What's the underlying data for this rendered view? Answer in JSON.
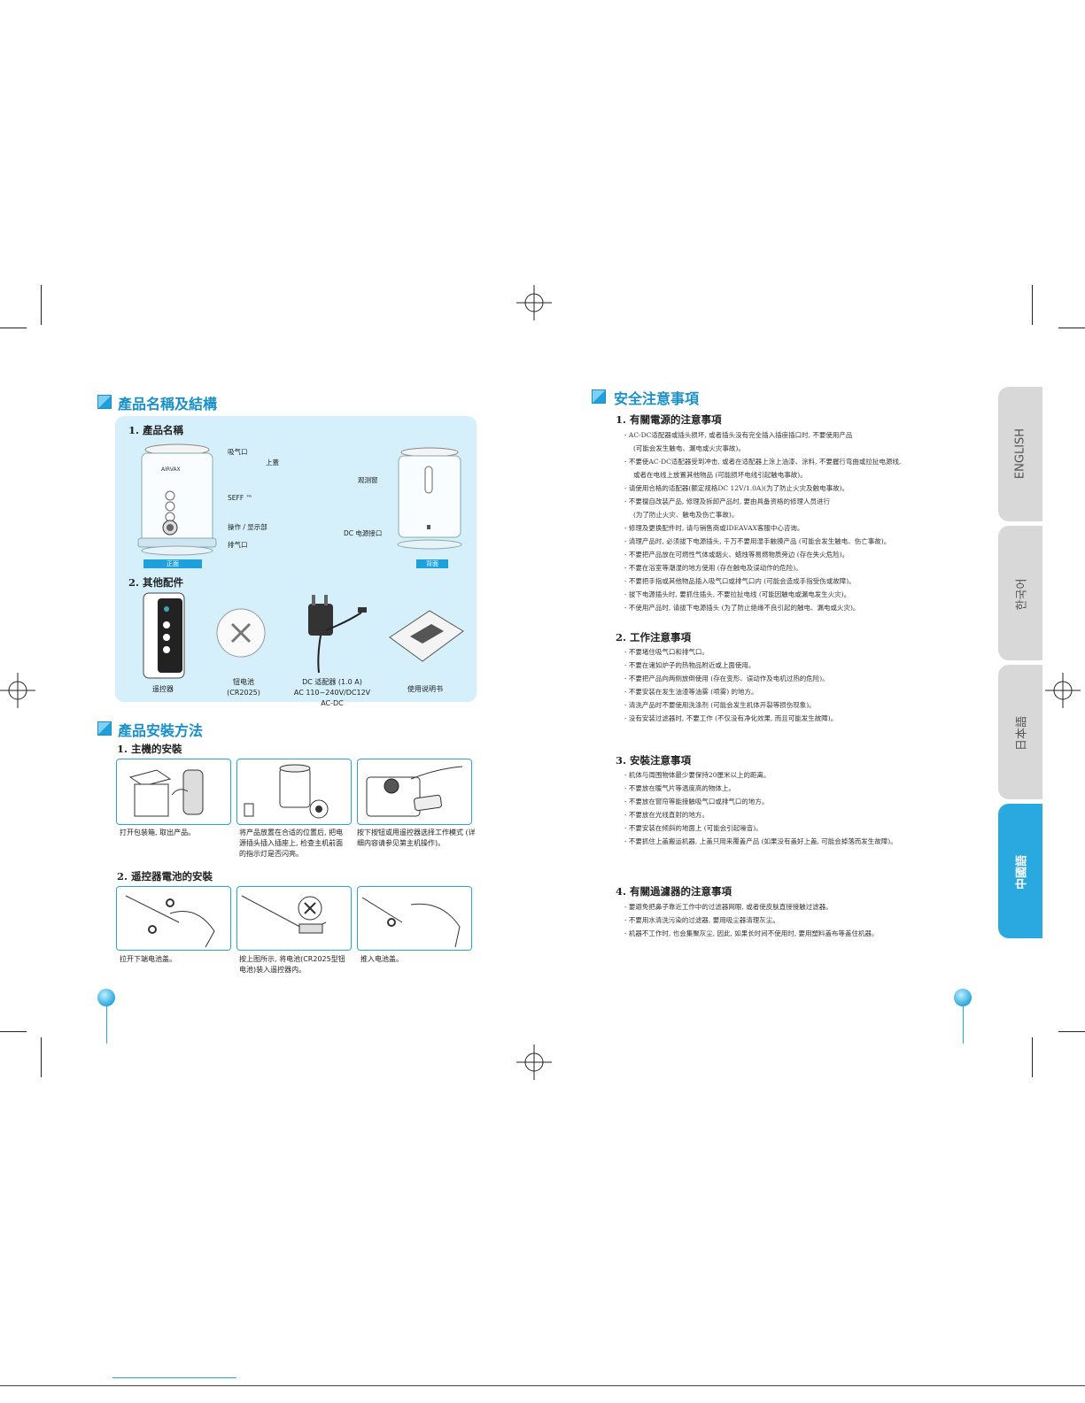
{
  "left": {
    "section1": {
      "title": "產品名稱及結構",
      "sub1": "1. 產品名稱",
      "labels": {
        "intake": "吸气口",
        "top_cover": "上蓋",
        "seff": "SEFF ™",
        "control": "操作 / 显示部",
        "exhaust": "排气口",
        "viewer": "观测窗",
        "dc_port": "DC 电源接口",
        "front": "正面",
        "back": "背面",
        "brand": "AIRVAX"
      },
      "sub2": "2. 其他配件",
      "accessories": {
        "remote": "遥控器",
        "battery_line1": "钮电池",
        "battery_line2": "(CR2025)",
        "adapter_line1": "DC  适配器 (1.0 A)",
        "adapter_line2": "AC 110~240V/DC12V AC-DC",
        "manual": "使用说明书"
      }
    },
    "section2": {
      "title": "產品安裝方法",
      "sub1": "1. 主機的安裝",
      "steps1": [
        "打开包装箱, 取出产品。",
        "将产品放置在合适的位置后, 把电源插头插入插座上, 检查主机前面的指示灯是否闪亮。",
        "按下按钮或用遥控器选择工作模式 (详细内容请参见第主机操作)。"
      ],
      "sub2": "2. 遥控器電池的安裝",
      "steps2": [
        "拉开下端电池盖。",
        "按上图所示, 将电池(CR2025型钮电池)装入遥控器内。",
        "推入电池盖。"
      ]
    }
  },
  "right": {
    "title": "安全注意事項",
    "groups": [
      {
        "heading": "1. 有關電源的注意事項",
        "items": [
          "AC-DC适配器或插头损坏, 或者插头没有完全插入插座插口时, 不要使用产品",
          "(可能会发生触电、漏电或火灾事故)。",
          "不要使AC-DC适配器受到冲击, 或者在适配器上涂上油漆、涂料, 不要握行弯曲或拉扯电源线,",
          "或者在电线上放置其他物品 (可能损坏电线引起触电事故)。",
          "请使用合格的适配器(额定规格DC 12V/1.0A)(为了防止火灾及触电事故)。",
          "不要擅自改装产品, 修理及拆卸产品时, 要由具备资格的修理人员进行",
          "(为了防止火灾、触电及伤亡事故)。",
          "修理及更换配件时, 请与销售商或IDEAVAX客服中心咨询。",
          "清理产品时, 必须拔下电源插头, 千万不要用湿手触摸产品 (可能会发生触电、伤亡事故)。",
          "不要把产品放在可燃性气体或烟火、蜡烛等易燃物质旁边 (存在失火危险)。",
          "不要在浴室等潮湿的地方使用 (存在触电及误动作的危险)。",
          "不要把手指或其他物品插入吸气口或排气口内 (可能会造成手指受伤或故障)。",
          "拔下电源插头时, 要抓住插头, 不要拉扯电线 (可能因触电或漏电发生火灾)。",
          "不使用产品时, 请拔下电源插头 (为了防止绝缘不良引起的触电、漏电或火灾)。"
        ]
      },
      {
        "heading": "2. 工作注意事項",
        "items": [
          "不要堵住吸气口和排气口。",
          "不要在诸如炉子的热物品附近或上面使用。",
          "不要把产品向两侧放倒使用 (存在变形、误动作及电机过热的危险)。",
          "不要安装在发生油渣等油雾 (喷雾) 的地方。",
          "清洗产品时不要使用洗涤剂 (可能会发生机体开裂等损伤现象)。",
          "没有安装过滤器时, 不要工作 (不仅没有净化效果, 而且可能发生故障)。"
        ]
      },
      {
        "heading": "3. 安裝注意事項",
        "items": [
          "机体与周围物体最少要保持20厘米以上的距离。",
          "不要放在暖气片等温度高的物体上。",
          "不要放在窗帘等能接触吸气口或排气口的地方。",
          "不要放在光线直射的地方。",
          "不要安装在倾斜的地面上 (可能会引起噪音)。",
          "不要抓住上盖搬运机器, 上盖只用来覆盖产品 (如果没有盖好上盖, 可能会掉落而发生故障)。"
        ]
      },
      {
        "heading": "4. 有關過濾器的注意事項",
        "items": [
          "要避免把鼻子靠近工作中的过滤器网眼, 或者使皮肤直接接触过滤器。",
          "不要用水清洗污染的过滤器, 要用吸尘器清理灰尘。",
          "机器不工作时, 也会集聚灰尘, 因此, 如果长时间不使用时, 要用塑料盖布等盖住机器。"
        ]
      }
    ]
  },
  "tabs": [
    "ENGLISH",
    "한국어",
    "日本語",
    "中國語"
  ],
  "colors": {
    "accent": "#1ea0dc",
    "panel": "#d5f0fa",
    "tab_active": "#29a9e0",
    "tab_inactive": "#d8d8d8"
  }
}
